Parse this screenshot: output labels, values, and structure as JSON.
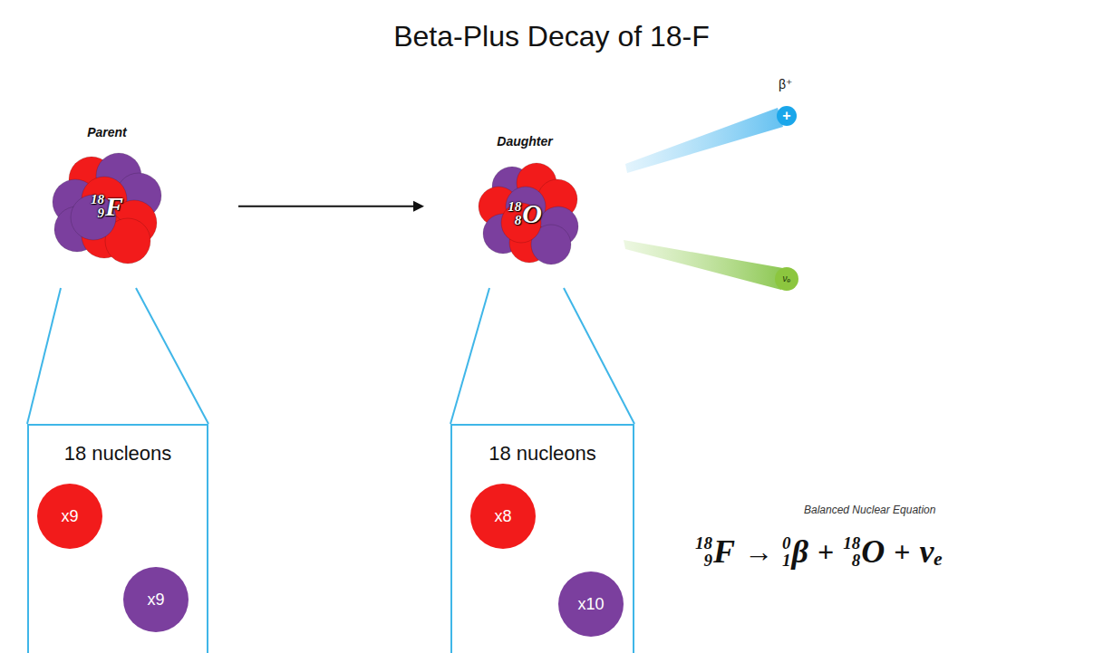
{
  "diagram": {
    "title": "Beta-Plus Decay of 18-F",
    "nodes": [
      {
        "text": [
          "Parent",
          "18",
          "9",
          "F"
        ]
      },
      {
        "text": [
          "Daughter",
          "18",
          "8",
          "O"
        ]
      },
      {
        "text": [
          "β⁺",
          "+"
        ]
      },
      {
        "text": [
          "νₑ"
        ]
      },
      {
        "text": [
          "18 nucleons"
        ]
      },
      {
        "text": [
          "x9"
        ],
        "in": 4
      },
      {
        "text": [
          "x9"
        ],
        "in": 4
      },
      {
        "text": [
          "18 nucleons"
        ]
      },
      {
        "text": [
          "x8"
        ],
        "in": 7
      },
      {
        "text": [
          "x10"
        ],
        "in": 7
      }
    ],
    "edges": [
      {
        "from": 0,
        "to": 1,
        "arrow": "to"
      }
    ],
    "labels": [
      "Balanced Nuclear Equation",
      "18",
      "9",
      "F",
      "→",
      "0",
      "1",
      "β",
      "+",
      "18",
      "8",
      "O",
      "+",
      "νₑ"
    ]
  }
}
